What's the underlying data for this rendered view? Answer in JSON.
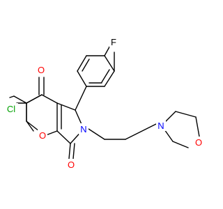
{
  "molecule": {
    "atoms": {
      "F": {
        "symbol": "F",
        "color": "#000000"
      },
      "Cl": {
        "symbol": "Cl",
        "color": "#00a000"
      },
      "O_ketone": {
        "symbol": "O",
        "color": "#ff0000"
      },
      "O_lactam": {
        "symbol": "O",
        "color": "#ff0000"
      },
      "O_ring": {
        "symbol": "O",
        "color": "#ff0000"
      },
      "O_morph": {
        "symbol": "O",
        "color": "#ff0000"
      },
      "N_lactam": {
        "symbol": "N",
        "color": "#0000ff"
      },
      "N_morph": {
        "symbol": "N",
        "color": "#0000ff"
      }
    },
    "bond_color": "#000000",
    "background": "#ffffff"
  }
}
